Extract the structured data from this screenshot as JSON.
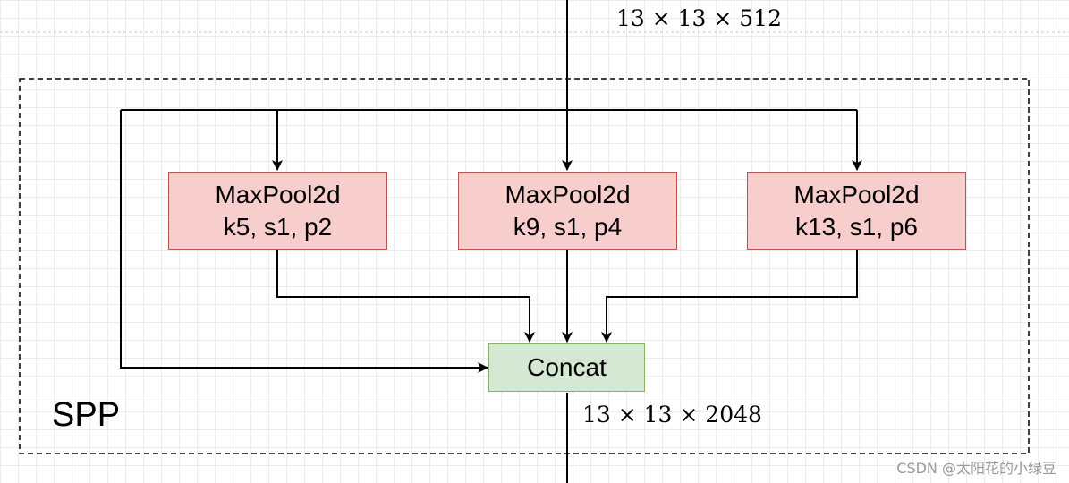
{
  "diagram": {
    "input_dim": "13 × 13 × 512",
    "output_dim": "13 × 13 × 2048",
    "group_label": "SPP",
    "pools": [
      {
        "name": "MaxPool2d",
        "params": "k5, s1, p2"
      },
      {
        "name": "MaxPool2d",
        "params": "k9, s1, p4"
      },
      {
        "name": "MaxPool2d",
        "params": "k13, s1, p6"
      }
    ],
    "concat_label": "Concat"
  },
  "colors": {
    "pool_fill": "#f8cecc",
    "pool_border": "#b85450",
    "concat_fill": "#d5e8d4",
    "concat_border": "#82b366"
  },
  "watermark": "CSDN @太阳花的小绿豆"
}
